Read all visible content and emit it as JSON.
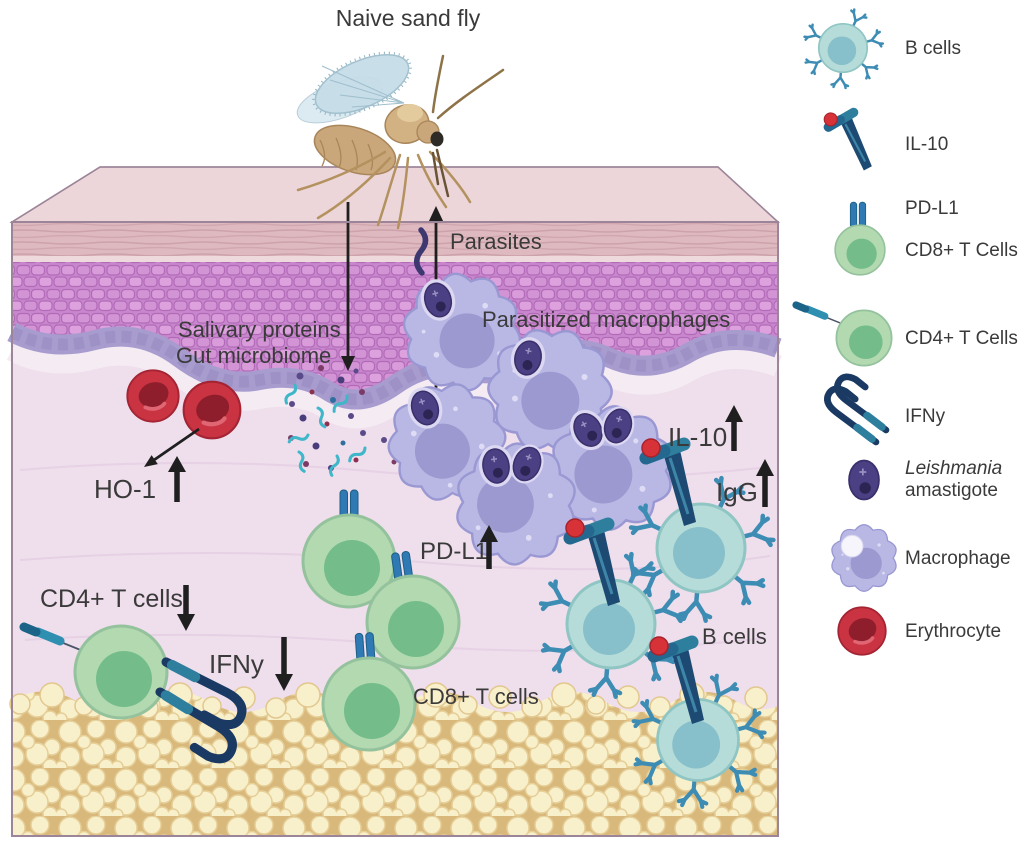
{
  "figure": {
    "title": "Naive sand fly",
    "flow_labels": {
      "parasites": "Parasites",
      "salivary_proteins": "Salivary proteins",
      "gut_microbiome": "Gut microbiome",
      "parasitized_macrophages": "Parasitized macrophages"
    },
    "markers": {
      "ho1": {
        "text": "HO-1",
        "trend": "up"
      },
      "pd_l1": {
        "text": "PD-L1",
        "trend": "up"
      },
      "il_10": {
        "text": "IL-10",
        "trend": "up"
      },
      "igg": {
        "text": "IgG",
        "trend": "up"
      },
      "cd4_t_cells": {
        "text": "CD4+ T cells",
        "trend": "down"
      },
      "ifny": {
        "text": "IFNy",
        "trend": "down"
      },
      "cd8_t_cells": {
        "text": "CD8+ T cells"
      },
      "b_cells": {
        "text": "B cells"
      }
    }
  },
  "legend": {
    "items": [
      {
        "icon": "b-cell-icon",
        "label": "B cells"
      },
      {
        "icon": "il10-icon",
        "label": "IL-10"
      },
      {
        "icon": "pdl1-icon",
        "label": "PD-L1"
      },
      {
        "icon": "cd8-t-cell-icon",
        "label": "CD8+ T Cells"
      },
      {
        "icon": "cd4-t-cell-icon",
        "label": "CD4+ T Cells"
      },
      {
        "icon": "ifny-icon",
        "label": "IFNy"
      },
      {
        "icon": "leishmania-amastigote-icon",
        "label_line1": "Leishmania",
        "label_line2": "amastigote"
      },
      {
        "icon": "macrophage-icon",
        "label": "Macrophage"
      },
      {
        "icon": "erythrocyte-icon",
        "label": "Erythrocyte"
      }
    ]
  },
  "colors": {
    "background": "#ffffff",
    "text": "#3a3a3a",
    "skin_top_face": "#ecd6da",
    "stratum_corneum": "#debac0",
    "epidermis": "#c887cc",
    "basal_layer": "#a89ccf",
    "dermis": "#efdeec",
    "fat_base": "#d9b87c",
    "fat_cell": "#f8efcb",
    "macrophage": "#b9b8e5",
    "macrophage_nucleus": "#9b99cf",
    "amastigote": "#4c4084",
    "t_cell": "#b3d9b1",
    "t_cell_nucleus": "#74bd8b",
    "b_cell": "#b6dcd9",
    "b_cell_nucleus": "#87c0ca",
    "antibody": "#3d8cb4",
    "erythrocyte": "#ca3342",
    "il10_ball": "#d63238",
    "receptor_teal": "#2e7f9e",
    "ifny_navy": "#1b3a63",
    "pdl1_bar": "#2f7ab5",
    "arrow": "#1f1f1f",
    "fly_body": "#c9a77a",
    "fly_wing": "#c6dde8"
  }
}
